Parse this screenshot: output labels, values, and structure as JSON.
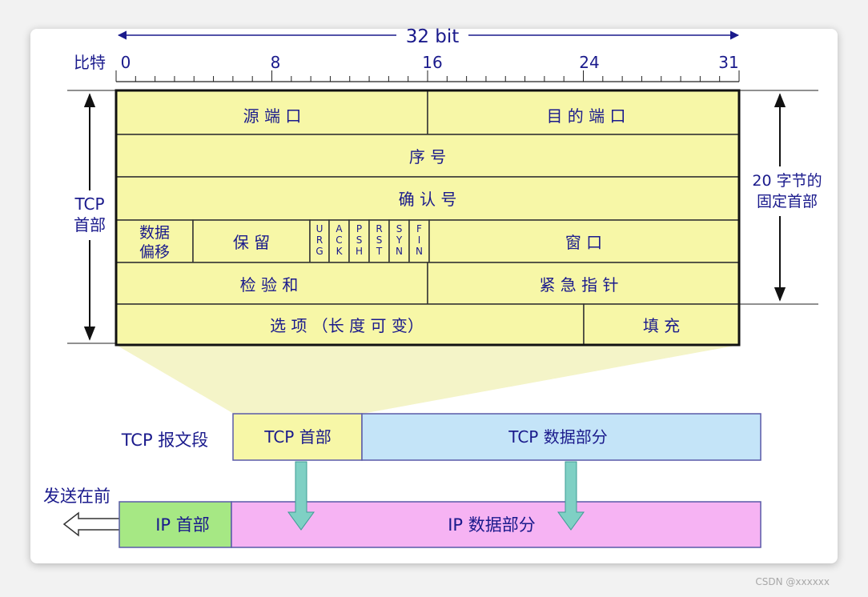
{
  "width_label": "32 bit",
  "bit_label": "比特",
  "bit_ticks": [
    "0",
    "8",
    "16",
    "24",
    "31"
  ],
  "left_label": [
    "TCP",
    "首部"
  ],
  "right_label": [
    "20 字节的",
    "固定首部"
  ],
  "fields": {
    "src_port": "源 端 口",
    "dst_port": "目 的 端 口",
    "seq": "序 号",
    "ack": "确 认 号",
    "offset": [
      "数据",
      "偏移"
    ],
    "reserved": "保 留",
    "flags": [
      "URG",
      "ACK",
      "PSH",
      "RST",
      "SYN",
      "FIN"
    ],
    "window": "窗 口",
    "checksum": "检 验 和",
    "urgent": "紧 急 指 针",
    "options": "选 项 （长 度 可 变）",
    "padding": "填 充"
  },
  "segment": {
    "label": "TCP 报文段",
    "header": "TCP 首部",
    "data": "TCP 数据部分"
  },
  "ip": {
    "send_first": "发送在前",
    "header": "IP 首部",
    "data": "IP 数据部分"
  },
  "watermark": "CSDN @xxxxxx",
  "colors": {
    "text": "#1a1a8c",
    "field_fill": "#f7f7a7",
    "tcp_data_fill": "#c4e4f8",
    "ip_header_fill": "#a6e884",
    "ip_data_fill": "#f6b3f3",
    "down_arrow": "#7fd0c4"
  }
}
